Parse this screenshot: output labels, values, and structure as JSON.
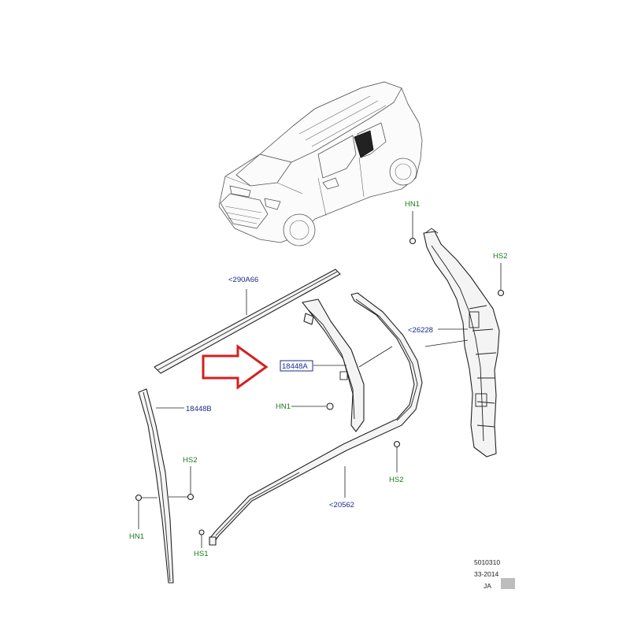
{
  "callouts": {
    "part_290a66": "<290A66",
    "part_18448a": "18448A",
    "part_26228": "<26228",
    "part_18448b": "18448B",
    "part_20562": "<20562",
    "hn1_top": "HN1",
    "hs2_right": "HS2",
    "hn1_mid": "HN1",
    "hs2_left": "HS2",
    "hn1_left": "HN1",
    "hs1": "HS1",
    "hs2_bottom": "HS2"
  },
  "document": {
    "ref_number": "5010310",
    "date": "33-2014",
    "code": "JA"
  },
  "colors": {
    "part_number": "#1b2a8c",
    "fastener": "#1c7a1c",
    "highlight_arrow": "#d42020"
  },
  "highlight": {
    "icon": "red-outline-arrow-icon",
    "target": "18448A"
  }
}
